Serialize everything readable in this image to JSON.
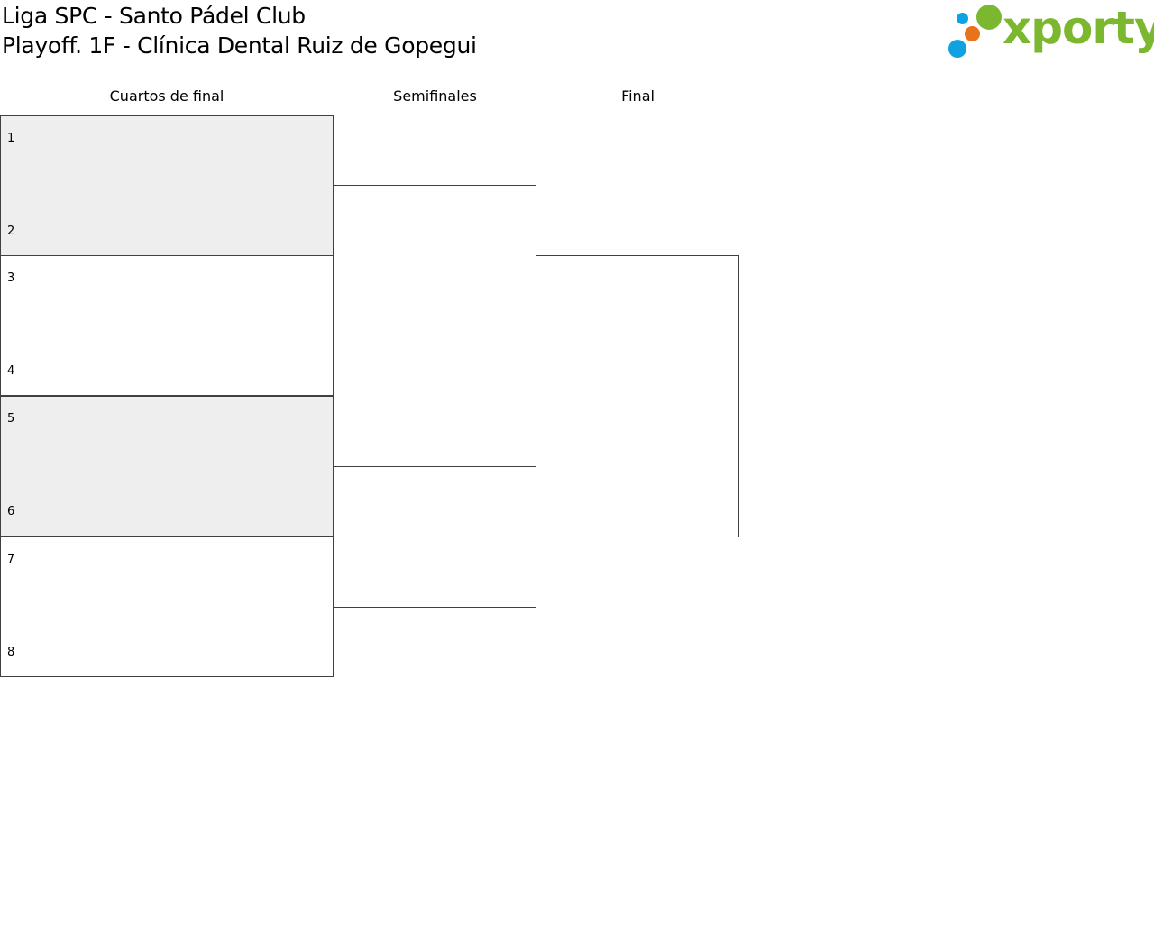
{
  "header": {
    "title_line_1": "Liga SPC - Santo Pádel Club",
    "title_line_2": "Playoff. 1F - Clínica Dental Ruiz de Gopegui"
  },
  "logo": {
    "text": "xporty",
    "colors": {
      "green": "#7cb82f",
      "blue": "#0ea2e0",
      "orange": "#e8731c"
    }
  },
  "rounds": {
    "quarterfinals": "Cuartos de final",
    "semifinals": "Semifinales",
    "final": "Final"
  },
  "matches": [
    {
      "top_seed": "1",
      "bottom_seed": "2"
    },
    {
      "top_seed": "3",
      "bottom_seed": "4"
    },
    {
      "top_seed": "5",
      "bottom_seed": "6"
    },
    {
      "top_seed": "7",
      "bottom_seed": "8"
    }
  ],
  "colors": {
    "shaded_match": "#eeeeee",
    "line": "#404040"
  }
}
